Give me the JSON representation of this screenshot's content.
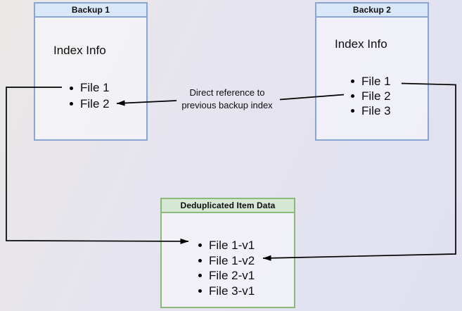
{
  "diagram": {
    "backup1": {
      "title": "Backup 1",
      "label": "Index Info",
      "files": [
        "File 1",
        "File 2"
      ]
    },
    "backup2": {
      "title": "Backup 2",
      "label": "Index Info",
      "files": [
        "File 1",
        "File 2",
        "File 3"
      ]
    },
    "dedup": {
      "title": "Deduplicated Item Data",
      "files": [
        "File 1-v1",
        "File 1-v2",
        "File 2-v1",
        "File 3-v1"
      ]
    },
    "annotation": {
      "line1": "Direct reference to",
      "line2": "previous backup index"
    },
    "edges": [
      {
        "from": "Backup 1 / File 1",
        "to": "Deduplicated Item Data / File 1-v1",
        "label": ""
      },
      {
        "from": "Backup 2 / File 2",
        "to": "Backup 1 / File 2",
        "label": "Direct reference to previous backup index"
      },
      {
        "from": "Backup 2 / File 1",
        "to": "Deduplicated Item Data / File 1-v2",
        "label": ""
      }
    ],
    "colors": {
      "blue_border": "#8aa5d2",
      "blue_header_fill": "#d9e7fa",
      "green_border": "#8bb97c",
      "green_header_fill": "#d6e8d3",
      "arrow": "#000000",
      "text": "#0d0d0d"
    }
  }
}
